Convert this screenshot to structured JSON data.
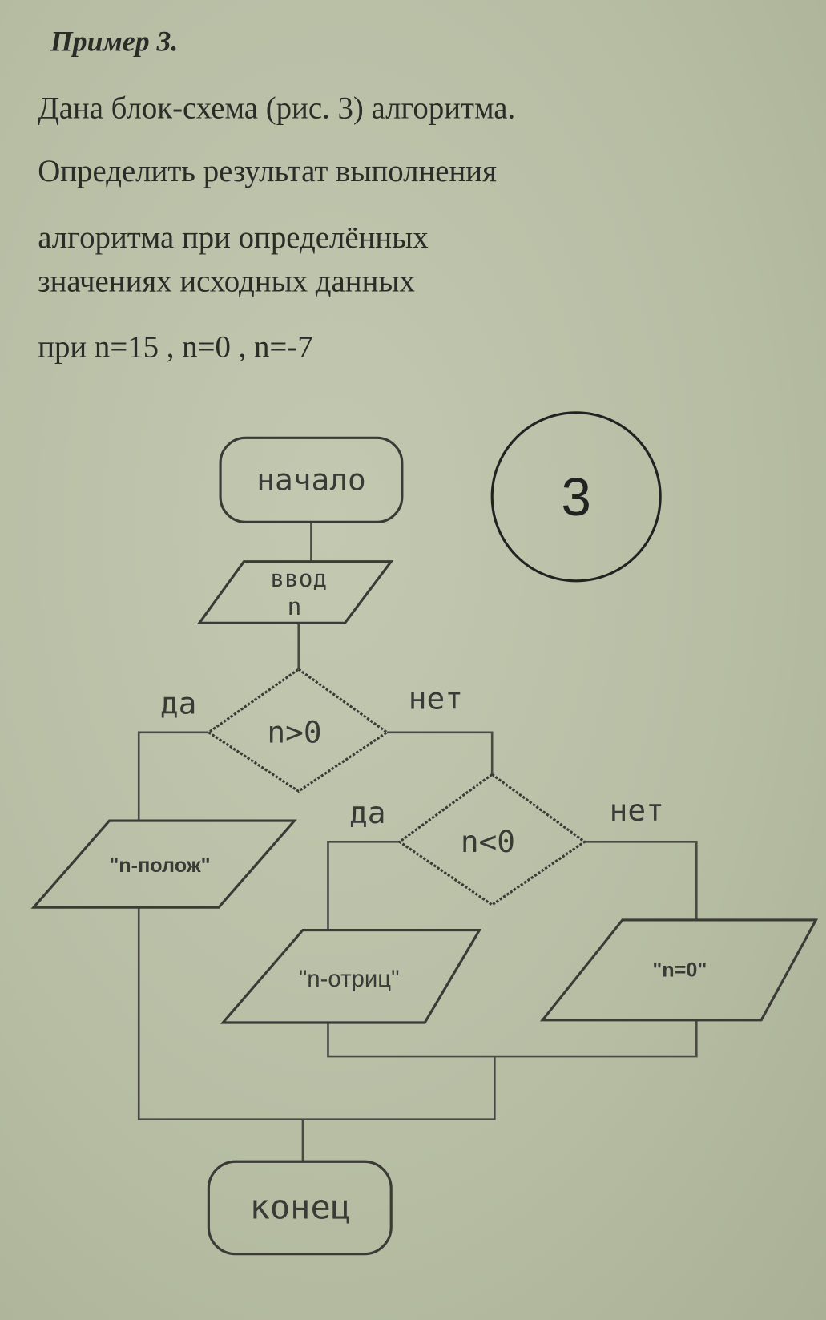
{
  "heading": "Пример 3.",
  "paragraph": [
    "Дана блок-схема (рис. 3) алгоритма.",
    "Определить результат выполнения",
    "алгоритма при определённых",
    "значениях исходных данных",
    "при n=15 , n=0 , n=-7"
  ],
  "figure_number": "3",
  "flowchart": {
    "start": "начало",
    "input_line1": "ввод",
    "input_line2": "n",
    "decision1": "n>0",
    "decision1_yes": "да",
    "decision1_no": "нет",
    "output_positive": "\"n-полож\"",
    "decision2": "n<0",
    "decision2_yes": "да",
    "decision2_no": "нет",
    "output_negative": "\"n-отриц\"",
    "output_zero": "\"n=0\"",
    "end": "конец"
  }
}
